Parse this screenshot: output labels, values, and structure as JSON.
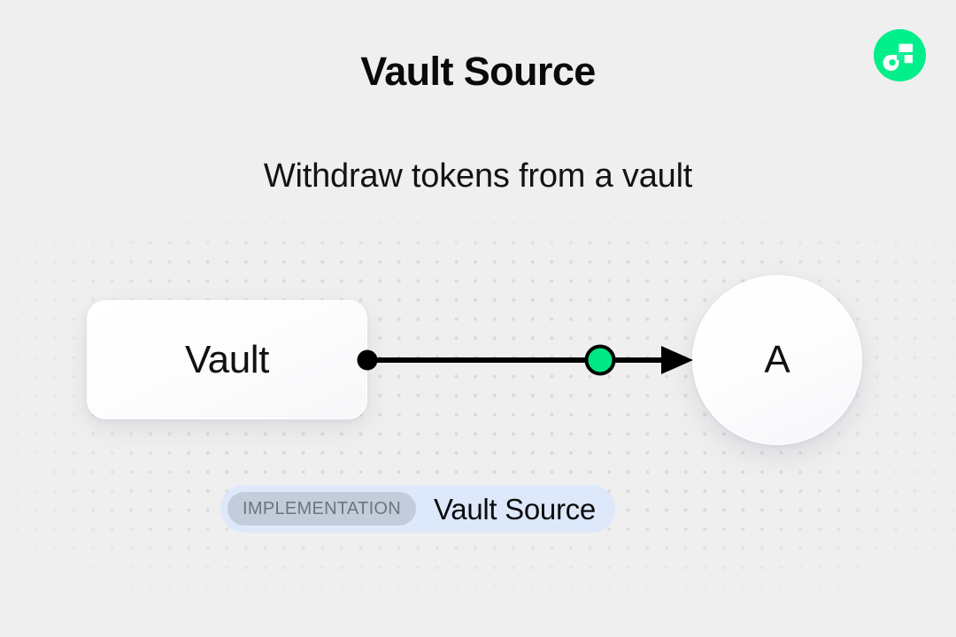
{
  "header": {
    "title": "Vault Source",
    "subtitle": "Withdraw tokens from a vault"
  },
  "branding": {
    "logo_icon": "flow-logo-icon",
    "logo_circle_color": "#00ef8b",
    "logo_mark_color": "#ffffff"
  },
  "canvas": {
    "background_color": "#efefef",
    "dot_color": "#d9d9d9",
    "nodes": [
      {
        "id": "vault",
        "shape": "rounded-rect",
        "label": "Vault",
        "fill": "#ffffff"
      },
      {
        "id": "target",
        "shape": "circle",
        "label": "A",
        "fill": "#ffffff"
      }
    ],
    "connector": {
      "source_port_icon": "source-port-dot-icon",
      "source_port_color": "#000000",
      "midpoint_icon": "connector-midpoint-dot-icon",
      "midpoint_color": "#00e785",
      "midpoint_stroke_color": "#000000",
      "line_color": "#000000",
      "arrowhead_icon": "arrowhead-icon",
      "direction": "left-to-right"
    }
  },
  "badge": {
    "tag_label": "IMPLEMENTATION",
    "name_label": "Vault Source",
    "background_color": "#dde8fb",
    "tag_background_color": "#c3ccda",
    "tag_text_color": "#6d747f"
  }
}
